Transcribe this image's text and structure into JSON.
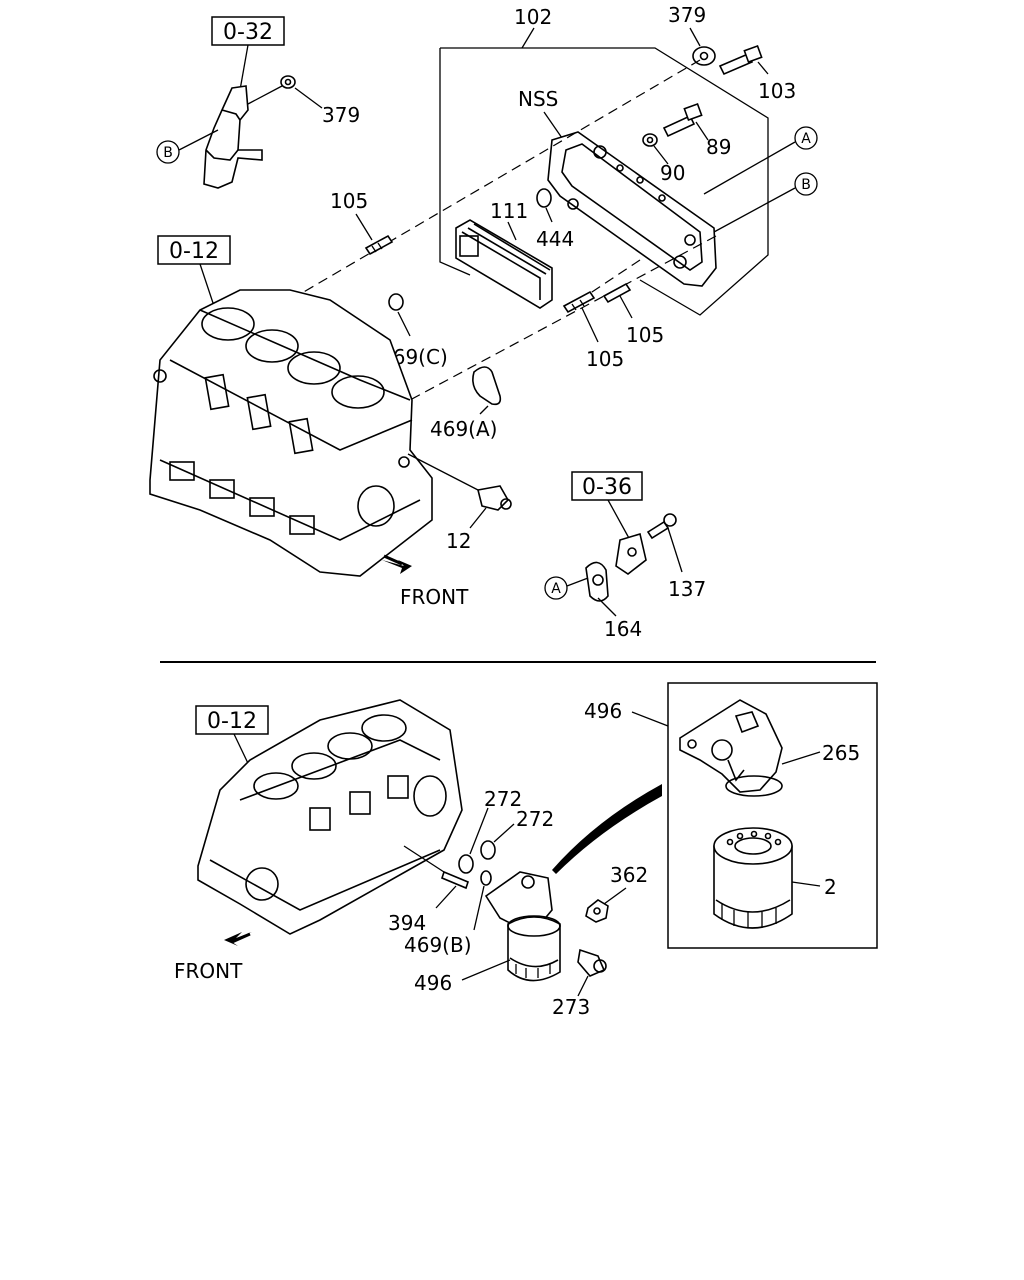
{
  "upper_section": {
    "refs": {
      "r032": "0-32",
      "r012": "0-12",
      "r036": "0-36"
    },
    "labels": {
      "l102": "102",
      "l379a": "379",
      "l103": "103",
      "l379b": "379",
      "lnss": "NSS",
      "l89": "89",
      "l90": "90",
      "l444": "444",
      "l111": "111",
      "l105a": "105",
      "l105b": "105",
      "l105c": "105",
      "l469c": "469(C)",
      "l469a": "469(A)",
      "l12": "12",
      "l137": "137",
      "l164": "164"
    },
    "callouts": {
      "a1": "A",
      "b1": "B",
      "a2": "A",
      "b2": "B"
    },
    "front": "FRONT"
  },
  "lower_section": {
    "refs": {
      "r012": "0-12"
    },
    "labels": {
      "l496a": "496",
      "l265": "265",
      "l2": "2",
      "l272a": "272",
      "l272b": "272",
      "l362": "362",
      "l394": "394",
      "l469b": "469(B)",
      "l496b": "496",
      "l273": "273"
    },
    "front": "FRONT"
  }
}
